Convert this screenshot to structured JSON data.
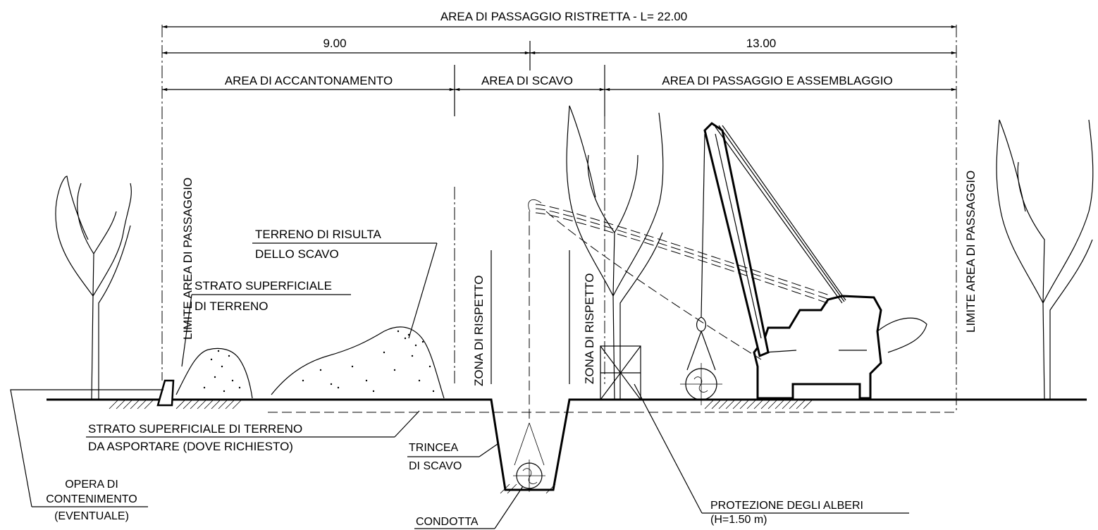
{
  "dimensions": {
    "total": "AREA DI PASSAGGIO RISTRETTA - L= 22.00",
    "left": "9.00",
    "right": "13.00"
  },
  "areas": {
    "accantonamento": "AREA DI ACCANTONAMENTO",
    "scavo": "AREA DI SCAVO",
    "passaggio": "AREA DI PASSAGGIO E ASSEMBLAGGIO"
  },
  "vertical_labels": {
    "limite_left": "LIMITE AREA DI PASSAGGIO",
    "limite_right": "LIMITE AREA DI PASSAGGIO",
    "rispetto_left": "ZONA DI RISPETTO",
    "rispetto_right": "ZONA DI RISPETTO"
  },
  "callouts": {
    "terreno_risulta_1": "TERRENO DI RISULTA",
    "terreno_risulta_2": "DELLO SCAVO",
    "strato_sup_1": "STRATO SUPERFICIALE",
    "strato_sup_2": "DI TERRENO",
    "asportare_1": "STRATO SUPERFICIALE DI TERRENO",
    "asportare_2": "DA ASPORTARE (DOVE RICHIESTO)",
    "trincea_1": "TRINCEA",
    "trincea_2": "DI SCAVO",
    "opera_1": "OPERA DI",
    "opera_2": "CONTENIMENTO",
    "opera_3": "(EVENTUALE)",
    "condotta": "CONDOTTA",
    "protezione_1": "PROTEZIONE DEGLI ALBERI",
    "protezione_2": "(H=1.50 m)"
  }
}
